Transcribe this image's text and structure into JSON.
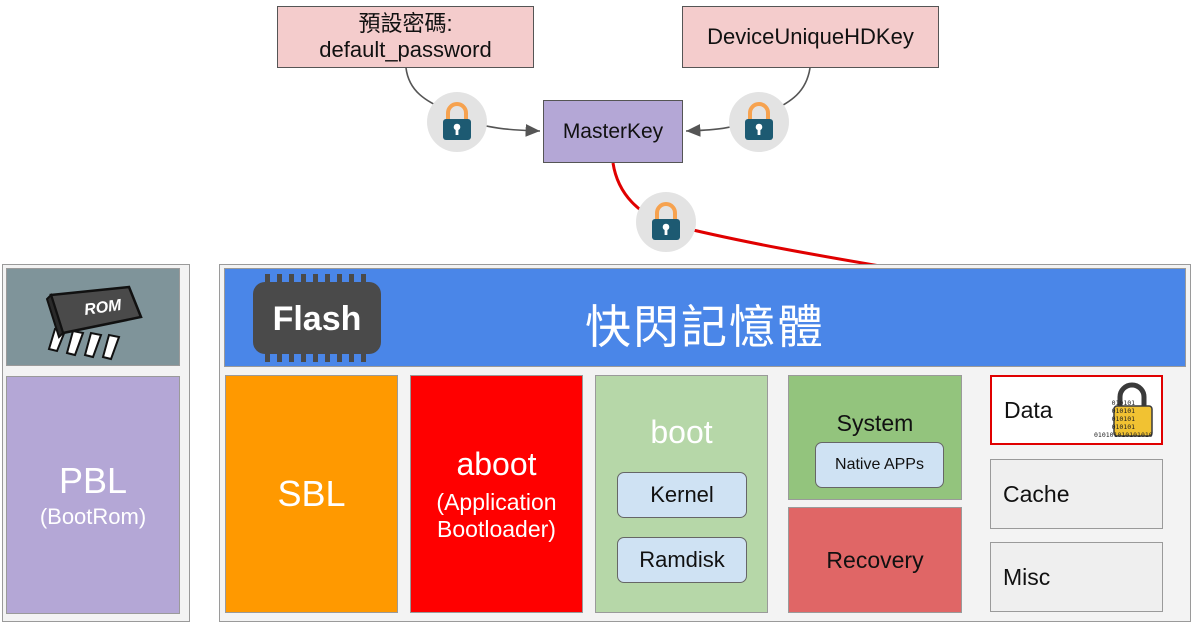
{
  "keys": {
    "default_password": {
      "line1": "預設密碼:",
      "line2": "default_password"
    },
    "device_unique": "DeviceUniqueHDKey",
    "master_key": "MasterKey"
  },
  "rom_panel": {
    "chip_label": "ROM",
    "pbl_title": "PBL",
    "pbl_subtitle": "(BootRom)"
  },
  "flash": {
    "chip_label": "Flash",
    "title": "快閃記憶體"
  },
  "partitions": {
    "sbl": "SBL",
    "aboot": {
      "title": "aboot",
      "line2": "(Application",
      "line3": "Bootloader)"
    },
    "boot": {
      "title": "boot",
      "kernel": "Kernel",
      "ramdisk": "Ramdisk"
    },
    "system": {
      "title": "System",
      "native_apps": "Native APPs"
    },
    "recovery": "Recovery",
    "data": "Data",
    "cache": "Cache",
    "misc": "Misc"
  },
  "data_icon": {
    "binary_lines": [
      "010101",
      "010101",
      "010101",
      "010101",
      "010101010101010"
    ]
  },
  "colors": {
    "key_pink": "#f4cccc",
    "master_purple": "#b4a7d6",
    "flash_blue": "#4a86e8",
    "sbl_orange": "#ff9900",
    "aboot_red": "#ff0000",
    "boot_green": "#b6d7a8",
    "system_green": "#93c47d",
    "recovery_red": "#e06666",
    "arrow_red": "#e00000"
  }
}
